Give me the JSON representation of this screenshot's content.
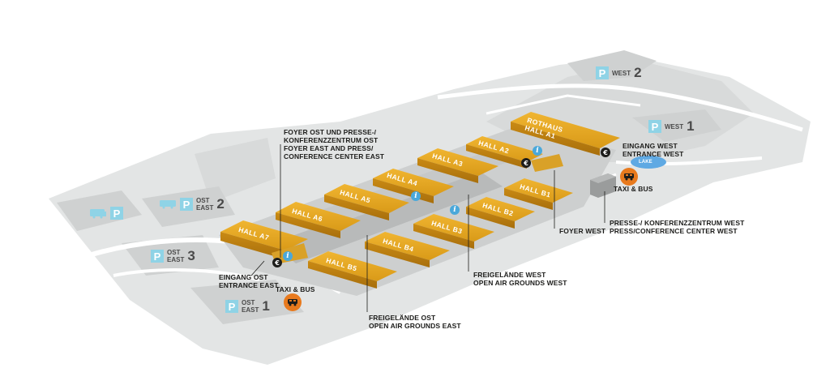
{
  "halls": [
    {
      "id": "A1",
      "label": "ROTHAUS HALL A1"
    },
    {
      "id": "A2",
      "label": "HALL A2"
    },
    {
      "id": "A3",
      "label": "HALL A3"
    },
    {
      "id": "A4",
      "label": "HALL A4"
    },
    {
      "id": "A5",
      "label": "HALL A5"
    },
    {
      "id": "A6",
      "label": "HALL A6"
    },
    {
      "id": "A7",
      "label": "HALL A7"
    },
    {
      "id": "B1",
      "label": "HALL B1"
    },
    {
      "id": "B2",
      "label": "HALL B2"
    },
    {
      "id": "B3",
      "label": "HALL B3"
    },
    {
      "id": "B4",
      "label": "HALL B4"
    },
    {
      "id": "B5",
      "label": "HALL B5"
    }
  ],
  "hall_a1_lines": [
    "ROTHAUS",
    "HALL A1"
  ],
  "parking": {
    "west1": {
      "box": "P",
      "lines": [
        "WEST"
      ],
      "num": "1"
    },
    "west2": {
      "box": "P",
      "lines": [
        "WEST"
      ],
      "num": "2"
    },
    "east1": {
      "box": "P",
      "lines": [
        "OST",
        "EAST"
      ],
      "num": "1"
    },
    "east2": {
      "box": "P",
      "lines": [
        "OST",
        "EAST"
      ],
      "num": "2"
    },
    "east3": {
      "box": "P",
      "lines": [
        "OST",
        "EAST"
      ],
      "num": "3"
    },
    "camper": {
      "box": "P"
    }
  },
  "labels": {
    "foyer_east": [
      "FOYER OST UND PRESSE-/",
      "KONFERENZZENTRUM OST",
      "FOYER EAST AND PRESS/",
      "CONFERENCE CENTER EAST"
    ],
    "entrance_east": [
      "EINGANG OST",
      "ENTRANCE EAST"
    ],
    "taxi_east": "TAXI & BUS",
    "open_air_east": [
      "FREIGELÄNDE OST",
      "OPEN AIR GROUNDS EAST"
    ],
    "open_air_west": [
      "FREIGELÄNDE WEST",
      "OPEN AIR GROUNDS WEST"
    ],
    "foyer_west": "FOYER WEST",
    "press_west": [
      "PRESSE-/ KONFERENZZENTRUM WEST",
      "PRESS/CONFERENCE CENTER WEST"
    ],
    "entrance_west": [
      "EINGANG WEST",
      "ENTRANCE WEST"
    ],
    "taxi_west": "TAXI & BUS",
    "lake": "LAKE"
  },
  "icons": {
    "info": "i",
    "euro": "€"
  },
  "colors": {
    "hall": "#e9a81f",
    "hall_dark": "#c98a14",
    "ground": "#dcdede",
    "road": "#eef0f0",
    "parking_sign": "#8fd3e6",
    "taxi": "#e87a1e",
    "info": "#4aa8da",
    "lake": "#5fa9e3"
  }
}
